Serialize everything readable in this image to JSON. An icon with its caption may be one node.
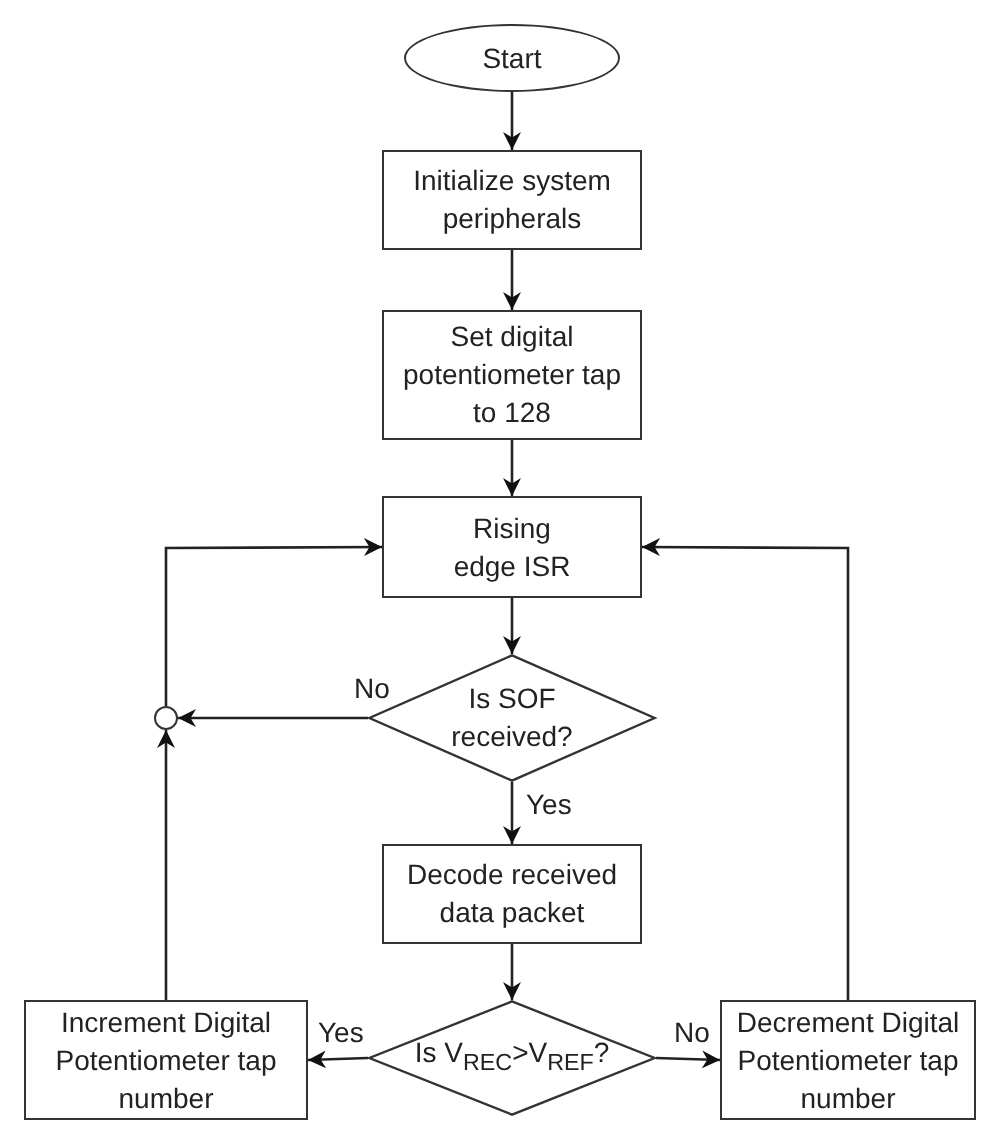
{
  "diagram": {
    "nodes": [
      {
        "text": [
          "Start"
        ]
      },
      {
        "text": [
          "Initialize system peripherals"
        ]
      },
      {
        "text": [
          "Set digital potentiometer tap to 128"
        ]
      },
      {
        "text": [
          "Rising edge ISR"
        ]
      },
      {
        "text": [
          "Is SOF received?"
        ]
      },
      {
        "text": [],
        "shape": "circle"
      },
      {
        "text": [
          "Decode received data packet"
        ]
      },
      {
        "text": [
          "Is V$_{REC}$>V$_{REF}$?"
        ]
      },
      {
        "text": [
          "Increment Digital Potentiometer tap number"
        ]
      },
      {
        "text": [
          "Decrement Digital Potentiometer tap number"
        ]
      }
    ],
    "edges": [
      {
        "from": 0,
        "to": 1,
        "arrow": "to"
      },
      {
        "from": 1,
        "to": 2,
        "arrow": "to"
      },
      {
        "from": 2,
        "to": 3,
        "arrow": "to"
      },
      {
        "from": 3,
        "to": 4,
        "arrow": "to"
      },
      {
        "from": 4,
        "to": 5,
        "arrow": "to",
        "label": "No"
      },
      {
        "from": 5,
        "to": 3,
        "arrow": "to"
      },
      {
        "from": 4,
        "to": 6,
        "arrow": "to",
        "label": "Yes"
      },
      {
        "from": 6,
        "to": 7,
        "arrow": "to"
      },
      {
        "from": 7,
        "to": 8,
        "arrow": "to",
        "label": "Yes"
      },
      {
        "from": 7,
        "to": 9,
        "arrow": "to",
        "label": "No"
      },
      {
        "from": 8,
        "to": 5,
        "arrow": "to"
      },
      {
        "from": 9,
        "to": 3,
        "arrow": "to"
      }
    ]
  }
}
